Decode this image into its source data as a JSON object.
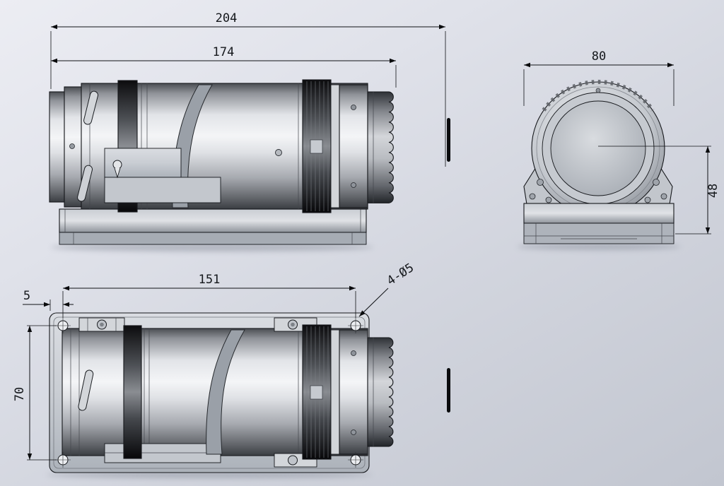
{
  "drawing": {
    "type": "three-view mechanical CAD drawing of a cylindrical lens/camera assembly on a mounting base",
    "dimensions": {
      "side_overall_length": "204",
      "side_body_length": "174",
      "front_base_width": "80",
      "front_mount_height": "48",
      "top_hole_span": "151",
      "top_edge_to_hole": "5",
      "top_hole_pitch_vertical": "70",
      "mount_holes_callout": "4-Ø5"
    },
    "colors": {
      "background_light": "#ecedf3",
      "background_dark": "#c2c6d0",
      "line": "#15181c",
      "metal_highlight": "#f4f5f7",
      "metal_shadow": "#2e3136",
      "pin_mark": "#0a0b0d"
    }
  }
}
